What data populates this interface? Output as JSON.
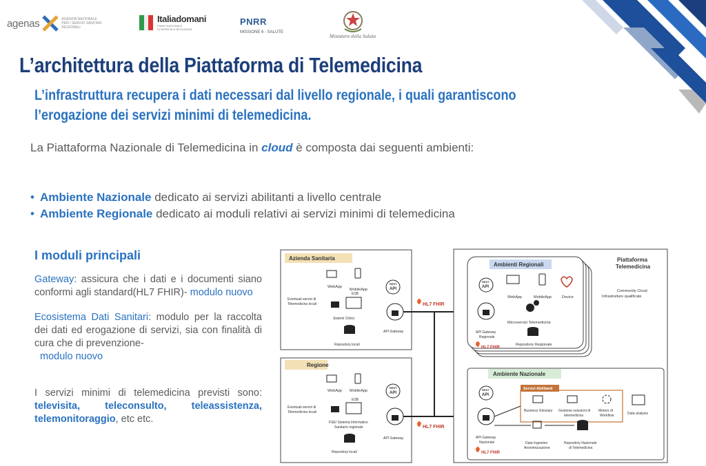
{
  "header": {
    "agenas_word": "agenas",
    "agenas_sub_1": "AGENZIA NAZIONALE",
    "agenas_sub_2": "PER I SERVIZI SANITARI REGIONALI",
    "italia_word": "Italiadomani",
    "italia_sub_1": "PIANO NAZIONALE",
    "italia_sub_2": "DI RIPRESA E RESILIENZA",
    "pnrr": "PNRR",
    "pnrr_sub": "MISSIONE 6 - SALUTE",
    "ministry": "Ministero della Salute"
  },
  "title": "L’architettura della Piattaforma di Telemedicina",
  "subtitle": "L’infrastruttura recupera i dati necessari  dal livello regionale, i quali garantiscono l’erogazione dei servizi minimi di telemedicina.",
  "intro": {
    "pre": "La Piattaforma Nazionale di Telemedicina in ",
    "cloud": "cloud",
    "post": " è composta dai seguenti ambienti:"
  },
  "bullets": [
    {
      "bold": "Ambiente Nazionale",
      "text": " dedicato ai servizi abilitanti a livello centrale"
    },
    {
      "bold": "Ambiente Regionale",
      "text": " dedicato ai moduli relativi ai servizi minimi di telemedicina"
    }
  ],
  "moduli": {
    "heading": "I moduli principali",
    "gateway_label": "Gateway",
    "gateway_text": ": assicura che i dati e i documenti siano conformi agli standard(HL7 FHIR)- ",
    "gateway_new": "modulo nuovo",
    "eco_label": "Ecosistema Dati Sanitari",
    "eco_text": ":  modulo per la raccolta dei dati ed erogazione di servizi, sia con finalità di cura che di prevenzione-",
    "eco_new": "modulo nuovo",
    "servizi_text": "I servizi minimi di telemedicina previsti sono: ",
    "servizi_list": "televisita, teleconsulto, teleassistenza, telemonitoraggio",
    "servizi_end": ", etc etc."
  },
  "diagram": {
    "azienda": "Azienda Sanitaria",
    "regione": "Regione",
    "webapp": "WebApp",
    "mobileapp": "MobileApp",
    "device": "Device",
    "esb": "ESB",
    "eventuali_1": "Eventuali servizi di",
    "eventuali_2": "Telemedicina locali",
    "sistemi_clinici": "Sistemi Clinici",
    "fse_1": "FSE/ Sistema Informativo",
    "fse_2": "Sanitario regionale",
    "repo_locali": "Repository locali",
    "api_gateway": "API Gateway",
    "rest": "REST",
    "api": "API",
    "hl7": "HL7 FHIR",
    "hl7_small": "HL7 FHIR",
    "piattaforma_1": "Piattaforma",
    "piattaforma_2": "Telemedicina",
    "community_1": "Community Cloud",
    "community_2": "Infrastrutture qualificate",
    "ambienti_regionali": "Ambienti Regionali",
    "microservizi": "Microservizi Telemedicina",
    "api_gw_reg_1": "API Gateway",
    "api_gw_reg_2": "Regionale",
    "repo_regionale": "Repository Regionale",
    "ambiente_nazionale": "Ambiente Nazionale",
    "servizi_abilitanti": "Servizi Abilitanti",
    "business_glossary": "Business Glossary",
    "gestione_1": "Gestione soluzioni di",
    "gestione_2": "telemedicina",
    "motore_1": "Motore di",
    "motore_2": "Workflow",
    "data_analysis": "Data analysis",
    "api_gw_naz_1": "API Gateway",
    "api_gw_naz_2": "Nazionale",
    "ingestion_1": "Data Ingestion",
    "ingestion_2": "Anonimizzazione",
    "repo_naz_1": "Repository Nazionale",
    "repo_naz_2": "di Telemedicina"
  },
  "colors": {
    "title": "#1d3f7a",
    "accent": "#2a72c0",
    "label_bg": "#f3e0b5",
    "label_bg_blue": "#c9d8ef",
    "label_bg_green": "#d6ecd6",
    "servizi_border": "#c4733a"
  }
}
